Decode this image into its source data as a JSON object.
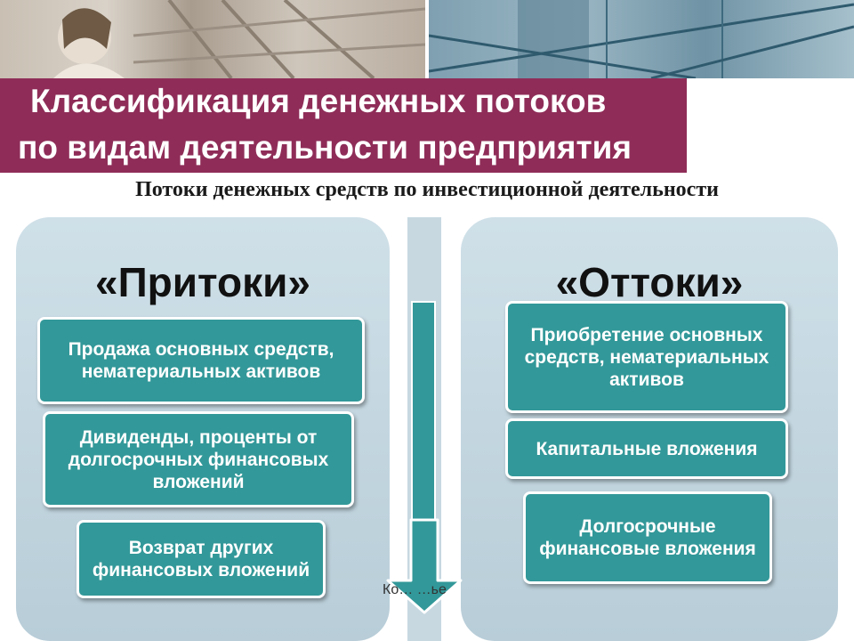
{
  "title": {
    "line1": "Классификация денежных потоков",
    "line2": "по видам деятельности предприятия"
  },
  "subtitle": "Потоки денежных средств по инвестиционной деятельности",
  "inflows": {
    "heading": "«Притоки»",
    "items": [
      "Продажа основных средств, нематериальных активов",
      "Дивиденды, проценты от долгосрочных финансовых вложений",
      "Возврат других финансовых вложений"
    ]
  },
  "outflows": {
    "heading": "«Оттоки»",
    "items": [
      "Приобретение основных средств, нематериальных активов",
      "Капитальные вложения",
      "Долгосрочные финансовые вложения"
    ]
  },
  "footer_fragment": "Ко… …ье",
  "colors": {
    "title_bg": "#8f2d58",
    "item_bg": "#339899",
    "panel_bg": "#c5d8e1"
  }
}
